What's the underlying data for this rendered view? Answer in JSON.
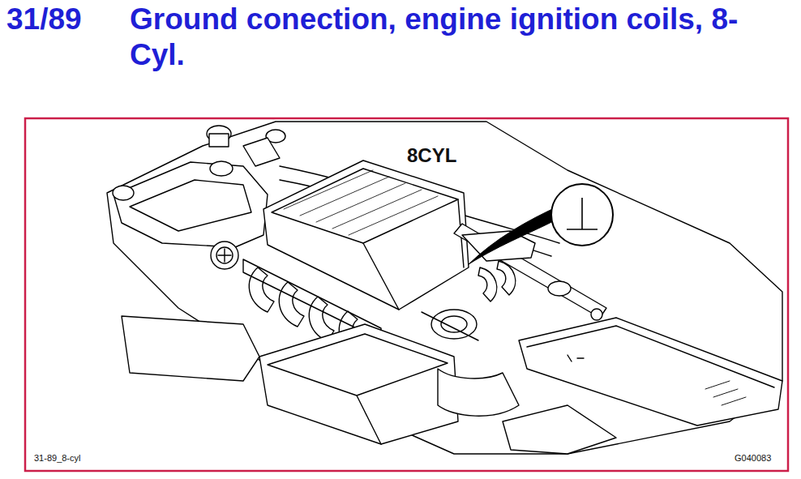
{
  "diagram": {
    "title": "Ground conection, engine ignition coils, 8-Cyl.",
    "labels": [
      "31/89",
      "8CYL",
      "31-89_8-cyl",
      "G040083"
    ]
  }
}
